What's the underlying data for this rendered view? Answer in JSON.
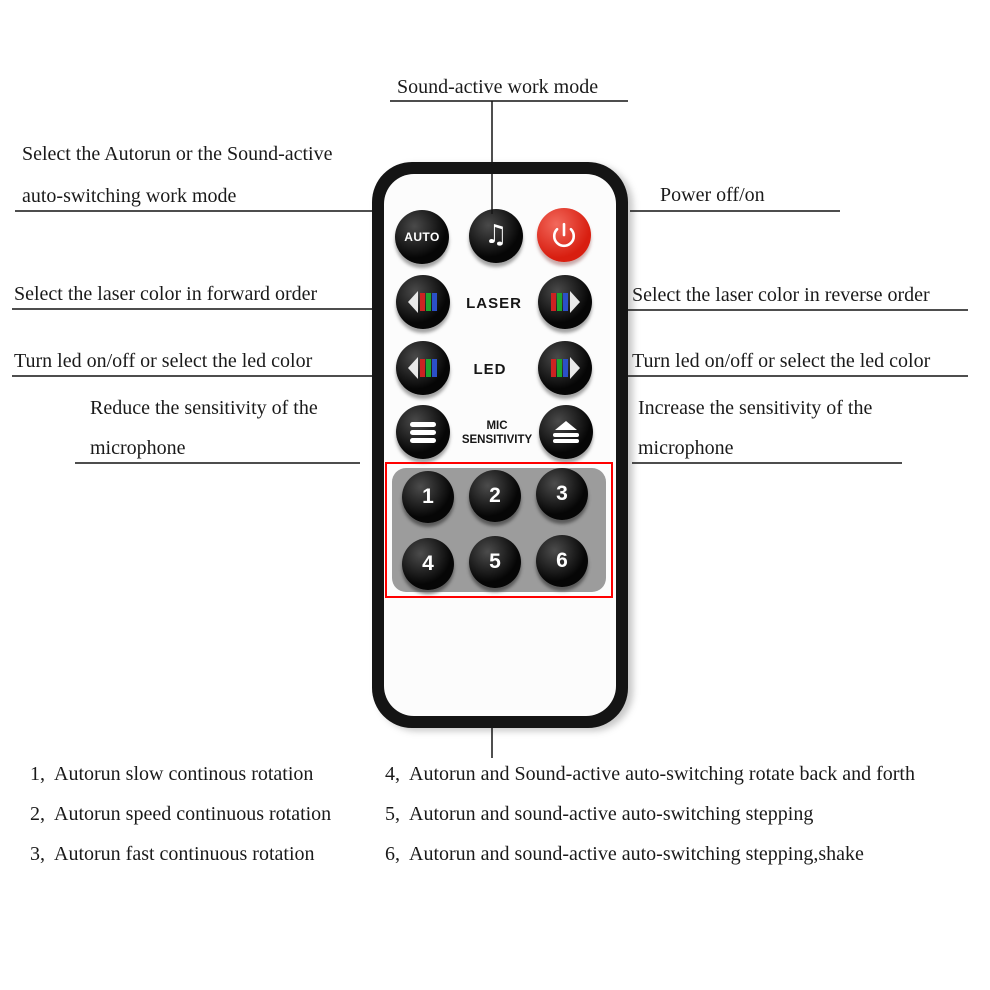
{
  "callouts": {
    "sound_active": "Sound-active work mode",
    "mode_select_line1": "Select the Autorun or the Sound-active",
    "mode_select_line2": "auto-switching work mode",
    "power": "Power off/on",
    "laser_forward": "Select the laser color in forward order",
    "laser_reverse": "Select the laser color in reverse order",
    "led_left": "Turn led on/off or select the led color",
    "led_right": "Turn led on/off or select the led color",
    "mic_reduce_line1": "Reduce the sensitivity of the",
    "mic_reduce_line2": "microphone",
    "mic_increase_line1": "Increase the sensitivity of the",
    "mic_increase_line2": "microphone"
  },
  "remote": {
    "auto_button": "AUTO",
    "laser_label": "LASER",
    "led_label": "LED",
    "mic_label_line1": "MIC",
    "mic_label_line2": "SENSITIVITY",
    "number_buttons": [
      "1",
      "2",
      "3",
      "4",
      "5",
      "6"
    ]
  },
  "icons": {
    "music_note": "♫"
  },
  "legend": {
    "left": [
      {
        "num": "1,",
        "text": "Autorun slow continous rotation"
      },
      {
        "num": "2,",
        "text": "Autorun speed continuous rotation"
      },
      {
        "num": "3,",
        "text": "Autorun fast continuous rotation"
      }
    ],
    "right": [
      {
        "num": "4,",
        "text": "Autorun and Sound-active auto-switching rotate back and forth"
      },
      {
        "num": "5,",
        "text": "Autorun and sound-active auto-switching stepping"
      },
      {
        "num": "6,",
        "text": "Autorun and sound-active auto-switching stepping,shake"
      }
    ]
  },
  "colors": {
    "power_red": "#d81e10",
    "highlight_red": "#ff0000",
    "stripe_red": "#cc2222",
    "stripe_green": "#1fa32e",
    "stripe_blue": "#2b50c8",
    "pad_gray": "#9c9c9c"
  }
}
